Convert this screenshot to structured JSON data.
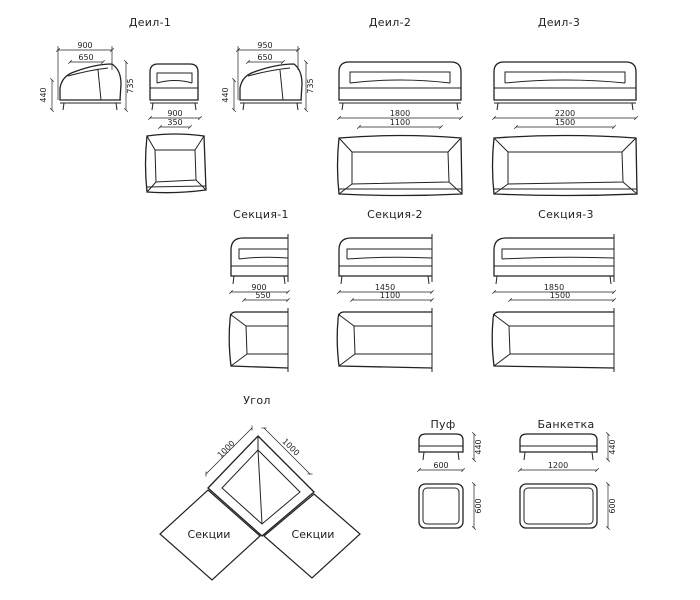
{
  "titles": {
    "deil1": "Деил-1",
    "deil2": "Деил-2",
    "deil3": "Деил-3",
    "sek1": "Секция-1",
    "sek2": "Секция-2",
    "sek3": "Секция-3",
    "ugol": "Угол",
    "puf": "Пуф",
    "banketka": "Банкетка"
  },
  "dims": {
    "d1_side_w": "900",
    "d1_side_seat": "650",
    "d1_seat_h": "440",
    "d1_h": "735",
    "d1_front_w": "900",
    "d1_front_seat": "350",
    "d2_side_w": "950",
    "d2_side_seat": "650",
    "d2_seat_h": "440",
    "d2_h": "735",
    "d2_front_w": "1800",
    "d2_front_seat": "1100",
    "d3_front_w": "2200",
    "d3_front_seat": "1500",
    "s1_w": "900",
    "s1_seat": "550",
    "s2_w": "1450",
    "s2_seat": "1100",
    "s3_w": "1850",
    "s3_seat": "1500",
    "ugol_a": "1000",
    "ugol_b": "1000",
    "puf_w": "600",
    "puf_h": "440",
    "puf_d": "600",
    "bank_w": "1200",
    "bank_h": "440",
    "bank_d": "600"
  },
  "labels": {
    "sekcii_left": "Секции",
    "sekcii_right": "Секции"
  }
}
